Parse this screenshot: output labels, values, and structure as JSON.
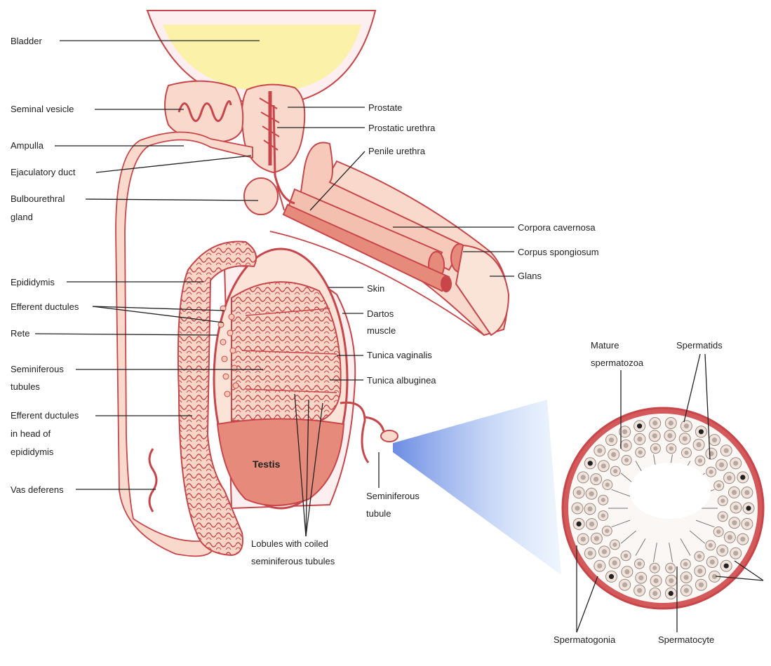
{
  "labels": {
    "bladder": "Bladder",
    "seminal_vesicle": "Seminal vesicle",
    "ampulla": "Ampulla",
    "ejaculatory_duct": "Ejaculatory duct",
    "bulbourethral_1": "Bulbourethral",
    "bulbourethral_2": "gland",
    "epididymis": "Epididymis",
    "efferent_ductules": "Efferent ductules",
    "rete": "Rete",
    "seminiferous_tubules_1": "Seminiferous",
    "seminiferous_tubules_2": "tubules",
    "efferent_head_1": "Efferent ductules",
    "efferent_head_2": "in head of",
    "efferent_head_3": "epididymis",
    "vas_deferens": "Vas deferens",
    "prostate": "Prostate",
    "prostatic_urethra": "Prostatic urethra",
    "penile_urethra": "Penile urethra",
    "corpora_cavernosa": "Corpora cavernosa",
    "corpus_spongiosum": "Corpus spongiosum",
    "glans": "Glans",
    "skin": "Skin",
    "dartos_1": "Dartos",
    "dartos_2": "muscle",
    "tunica_vaginalis": "Tunica vaginalis",
    "tunica_albuginea": "Tunica albuginea",
    "testis": "Testis",
    "seminiferous_tubule_1": "Seminiferous",
    "seminiferous_tubule_2": "tubule",
    "lobules_1": "Lobules with coiled",
    "lobules_2": "seminiferous tubules",
    "mature_1": "Mature",
    "mature_2": "spermatozoa",
    "spermatids": "Spermatids",
    "spermatogonia": "Spermatogonia",
    "spermatocyte": "Spermatocyte"
  },
  "colors": {
    "tissue_fill": "#f8d9cc",
    "tissue_stroke": "#c8464a",
    "bladder_fill": "#fbf1a8",
    "testis_fill": "#e68a7c",
    "magnifier": "#5b7fe0"
  }
}
